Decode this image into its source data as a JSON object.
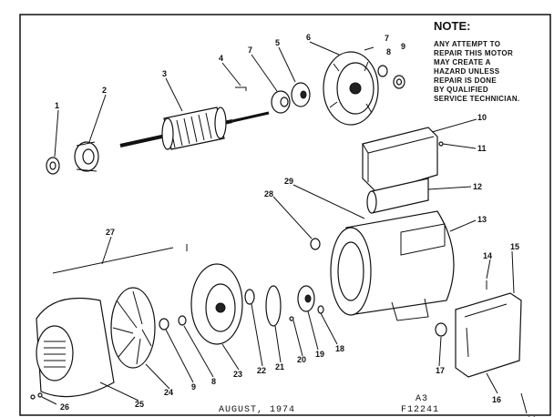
{
  "note": {
    "title": "NOTE:",
    "lines": [
      "ANY ATTEMPT TO",
      "REPAIR THIS MOTOR",
      "MAY CREATE A",
      "HAZARD UNLESS",
      "REPAIR IS DONE",
      "BY QUALIFIED",
      "SERVICE TECHNICIAN."
    ]
  },
  "footer": {
    "date": "AUGUST, 1974",
    "code_top": "A3",
    "code_bottom": "F12241"
  },
  "callouts": [
    "1",
    "2",
    "3",
    "4",
    "7",
    "5",
    "6",
    "7",
    "8",
    "9",
    "10",
    "11",
    "12",
    "13",
    "14",
    "15",
    "29",
    "28",
    "27",
    "14",
    "16",
    "17",
    "18",
    "19",
    "20",
    "21",
    "22",
    "23",
    "24",
    "25",
    "26",
    "9",
    "8"
  ]
}
